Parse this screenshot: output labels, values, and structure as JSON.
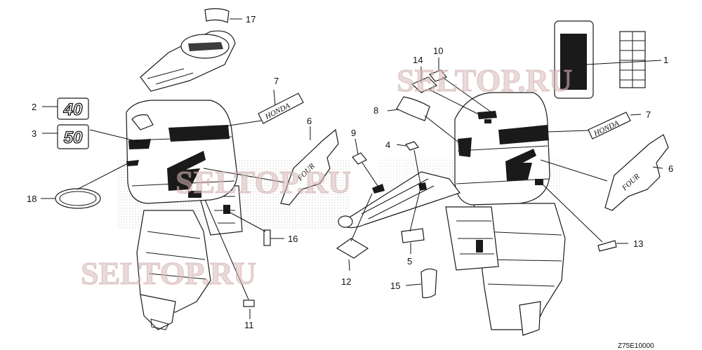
{
  "watermark": {
    "brand": "SELTOP.RU"
  },
  "drawing_code": "Z75E10000",
  "callouts": {
    "c1": "1",
    "c2": "2",
    "c3": "3",
    "c4": "4",
    "c5": "5",
    "c6": "6",
    "c6b": "6",
    "c7": "7",
    "c7b": "7",
    "c8": "8",
    "c9": "9",
    "c10": "10",
    "c11": "11",
    "c12": "12",
    "c13": "13",
    "c14": "14",
    "c15": "15",
    "c16": "16",
    "c17": "17",
    "c18": "18"
  },
  "badges": {
    "forty": "40",
    "fifty": "50",
    "honda_left": "HONDA",
    "honda_right": "HONDA",
    "four_left": "FOUR",
    "four_right": "FOUR"
  }
}
